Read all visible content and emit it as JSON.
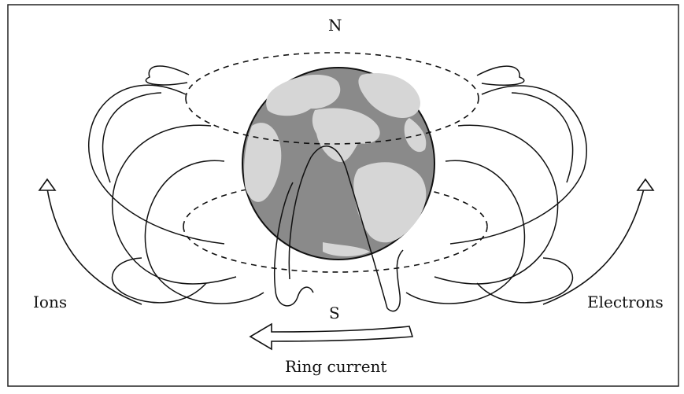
{
  "labels": {
    "north": "N",
    "south": "S",
    "ions": "Ions",
    "electrons": "Electrons",
    "ring_current": "Ring current"
  },
  "colors": {
    "earth_ocean": "#8a8a8a",
    "earth_land": "#d6d6d6",
    "line": "#111111",
    "background": "#ffffff"
  }
}
